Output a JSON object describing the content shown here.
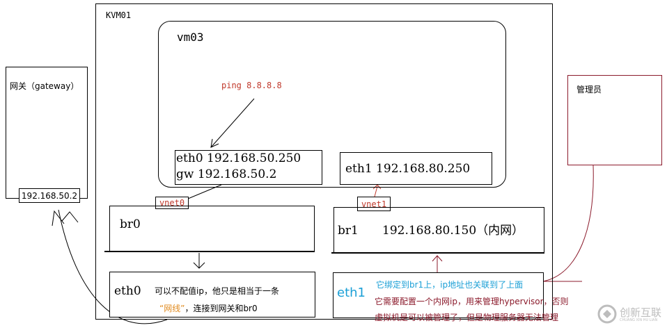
{
  "host": {
    "label": "KVM01"
  },
  "gateway": {
    "label": "网关（gateway）",
    "ip": "192.168.50.2"
  },
  "admin": {
    "label": "管理员"
  },
  "vm": {
    "name": "vm03",
    "ping_note": "ping 8.8.8.8",
    "eth0_line1": "eth0 192.168.50.250",
    "eth0_line2": "gw 192.168.50.2",
    "eth1": "eth1 192.168.80.250"
  },
  "vnet0": {
    "label": "vnet0"
  },
  "vnet1": {
    "label": "vnet1"
  },
  "br0": {
    "label": "br0"
  },
  "br1": {
    "label": "br1",
    "ip": "192.168.80.150（内网）"
  },
  "eth0_phys": {
    "label": "eth0",
    "note_1": "可以不配值ip，他只是相当于一条",
    "note_2_quote": "“网线”",
    "note_2_rest": "，连接到网关和br0"
  },
  "eth1_phys": {
    "label": "eth1",
    "note_1": "它绑定到br1上，ip地址也关联到了上面",
    "note_2": "它需要配置一个内网ip，用来管理hypervisor，否则",
    "note_3": "虚拟机是可以被管理了，但是物理服务器无法管理"
  },
  "watermark": {
    "text": "创新互联",
    "sub": "CHUANG XIN HU LIAN"
  },
  "colors": {
    "red": "#c0392b",
    "cyan": "#1a9fd6",
    "orange": "#e08a1e",
    "maroon": "#8b1a2b"
  }
}
